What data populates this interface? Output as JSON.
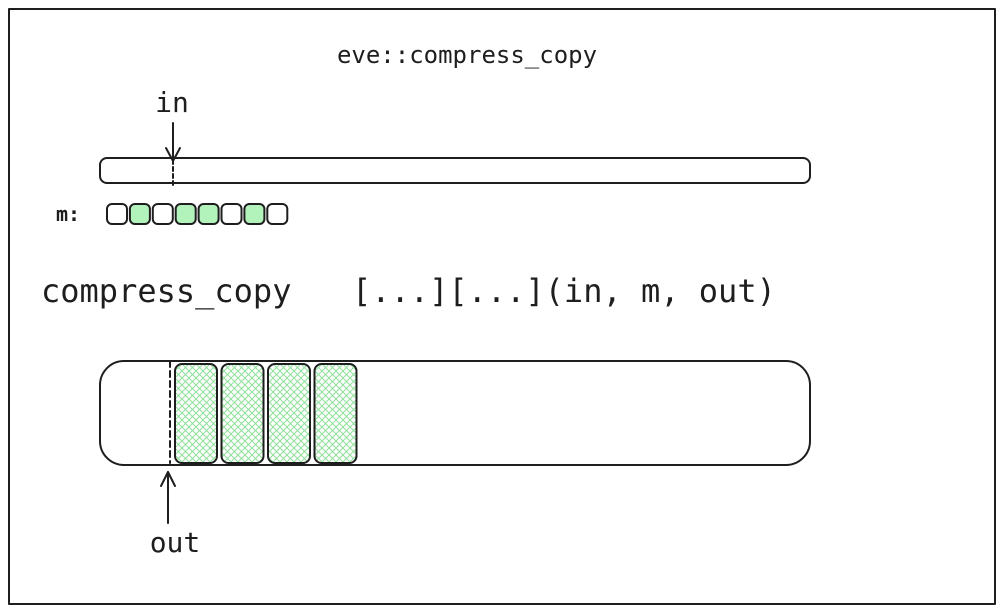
{
  "title": "eve::compress_copy",
  "input_pointer_label": "in",
  "mask_label": "m:",
  "mask_cells": [
    {
      "active": false
    },
    {
      "active": true
    },
    {
      "active": false
    },
    {
      "active": true
    },
    {
      "active": true
    },
    {
      "active": false
    },
    {
      "active": true
    },
    {
      "active": false
    }
  ],
  "call_name": "compress_copy",
  "call_args": "[...][...](in, m, out)",
  "output_pointer_label": "out",
  "output_blocks_count": 4,
  "colors": {
    "ink": "#1e1e1e",
    "active_fill": "#b2f2bb",
    "hatch": "#8fe09a",
    "background": "#ffffff"
  }
}
